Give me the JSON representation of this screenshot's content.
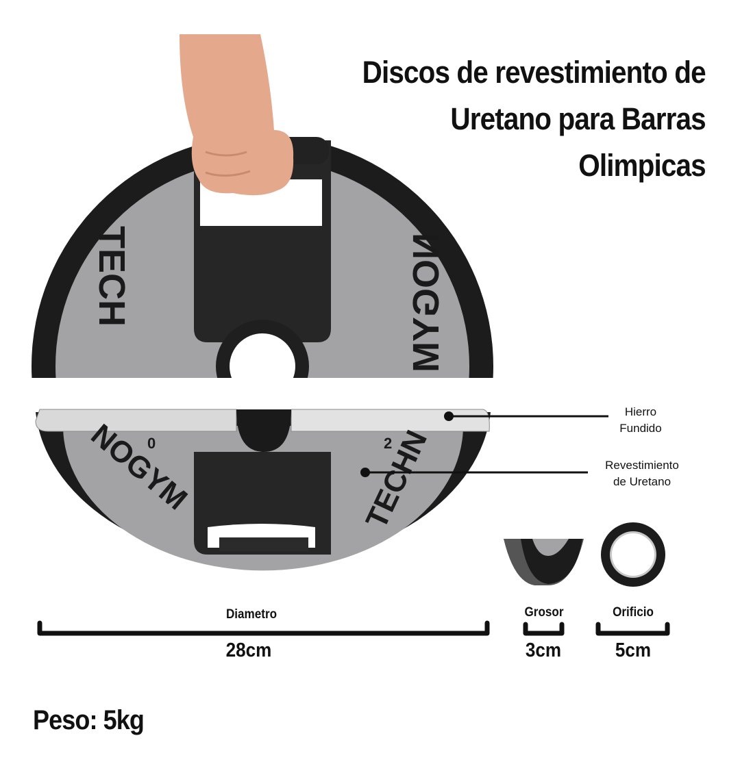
{
  "title": {
    "lines": [
      "Discos de revestimiento de",
      "Uretano para Barras",
      "Olimpicas"
    ]
  },
  "logo": "TECHNOGYM",
  "plate_markings": [
    "0",
    "2"
  ],
  "callouts": {
    "iron": [
      "Hierro",
      "Fundido"
    ],
    "coating": [
      "Revestimiento",
      "de Uretano"
    ]
  },
  "dimensions": {
    "diameter": {
      "label": "Diametro",
      "value": "28cm"
    },
    "thickness": {
      "label": "Grosor",
      "value": "3cm"
    },
    "hole": {
      "label": "Orificio",
      "value": "5cm"
    }
  },
  "weight": "Peso: 5kg",
  "colors": {
    "urethane_black": "#1c1c1c",
    "gray_face": "#a3a3a5",
    "iron": "#d9d9d9",
    "skin": "#e4a88c"
  }
}
